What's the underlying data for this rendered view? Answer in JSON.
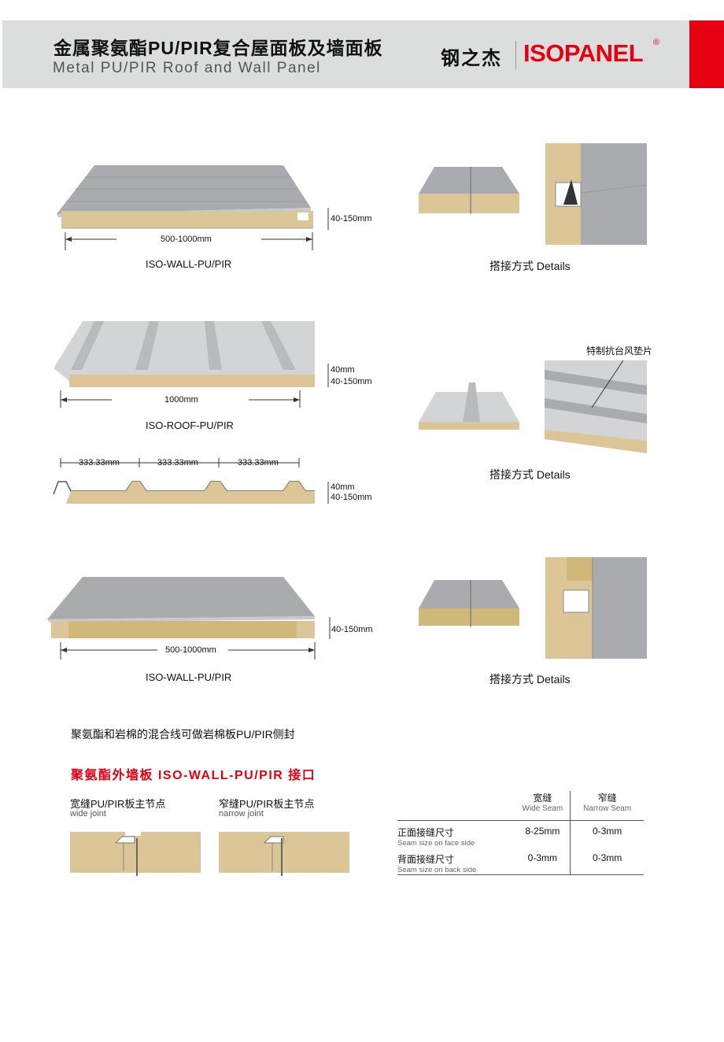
{
  "header": {
    "title_cn": "金属聚氨酯PU/PIR复合屋面板及墙面板",
    "title_en": "Metal PU/PIR Roof and Wall Panel",
    "brand_cn": "钢之杰",
    "brand_logo": "ISOPANEL",
    "brand_reg": "®",
    "accent_color": "#e60012"
  },
  "section1": {
    "thickness": "40-150mm",
    "width": "500-1000mm",
    "label": "ISO-WALL-PU/PIR",
    "details": "搭接方式 Details"
  },
  "section2": {
    "rib_height": "40mm",
    "thickness": "40-150mm",
    "width": "1000mm",
    "label": "ISO-ROOF-PU/PIR",
    "pitch": [
      "333.33mm",
      "333.33mm",
      "333.33mm"
    ],
    "profile_rib": "40mm",
    "profile_thickness": "40-150mm",
    "callout": "特制抗台风垫片",
    "details": "搭接方式 Details"
  },
  "section3": {
    "thickness": "40-150mm",
    "width": "500-1000mm",
    "label": "ISO-WALL-PU/PIR",
    "details": "搭接方式 Details"
  },
  "note": "聚氨酯和岩棉的混合线可做岩棉板PU/PIR侧封",
  "joint_section": {
    "title": "聚氨酯外墙板 ISO-WALL-PU/PIR 接口",
    "wide": {
      "title": "宽缝PU/PIR板主节点",
      "sub": "wide joint"
    },
    "narrow": {
      "title": "窄缝PU/PIR板主节点",
      "sub": "narrow joint"
    },
    "table": {
      "headers": [
        {
          "cn": "宽缝",
          "en": "Wide Seam"
        },
        {
          "cn": "窄缝",
          "en": "Narrow Seam"
        }
      ],
      "rows": [
        {
          "cn": "正面接缝尺寸",
          "en": "Seam size on face side",
          "wide": "8-25mm",
          "narrow": "0-3mm"
        },
        {
          "cn": "背面接缝尺寸",
          "en": "Seam size on back side",
          "wide": "0-3mm",
          "narrow": "0-3mm"
        }
      ]
    }
  }
}
